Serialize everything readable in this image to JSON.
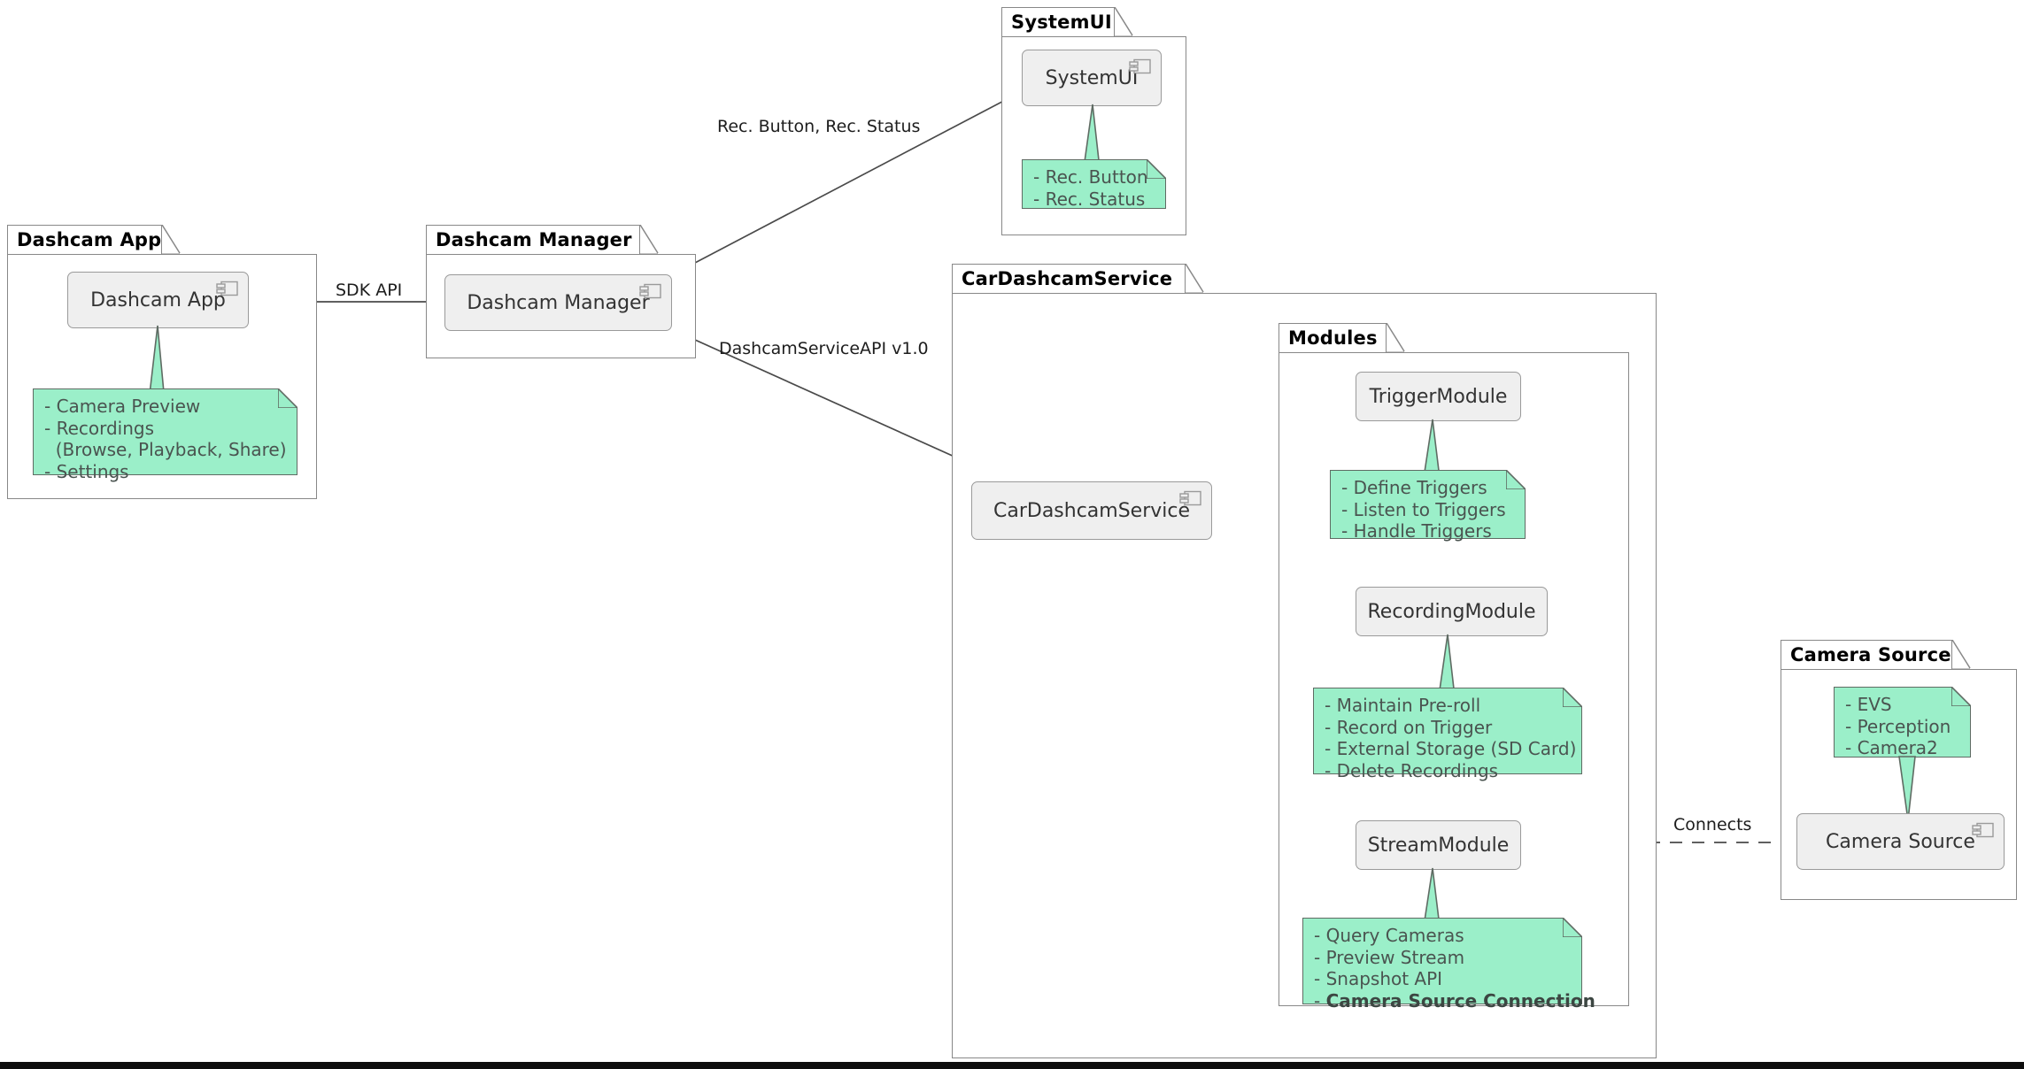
{
  "diagram": {
    "kind": "uml-component-diagram",
    "background": "#ffffff",
    "colors": {
      "note_fill": "#9BEFC9",
      "note_border": "#5f6b63",
      "component_fill": "#EFEFEF",
      "component_border": "#9a9a9a",
      "package_border": "#888888",
      "edge": "#4a4a4a",
      "text": "#333333",
      "note_text": "#4a5450",
      "bottom_bar": "#0d0d0d"
    },
    "packages": [
      {
        "id": "dashcam_app",
        "title": "Dashcam App"
      },
      {
        "id": "dashcam_manager",
        "title": "Dashcam Manager"
      },
      {
        "id": "systemui",
        "title": "SystemUI"
      },
      {
        "id": "cardashcamservice",
        "title": "CarDashcamService"
      },
      {
        "id": "modules",
        "title": "Modules"
      },
      {
        "id": "camera_source",
        "title": "Camera Source"
      }
    ],
    "components": [
      {
        "id": "comp_dashcam_app",
        "label": "Dashcam App",
        "icon": "uml-component-icon",
        "has_icon": true
      },
      {
        "id": "comp_dashcam_manager",
        "label": "Dashcam Manager",
        "icon": "uml-component-icon",
        "has_icon": true
      },
      {
        "id": "comp_systemui",
        "label": "SystemUI",
        "icon": "uml-component-icon",
        "has_icon": true
      },
      {
        "id": "comp_cardashcamservice",
        "label": "CarDashcamService",
        "icon": "uml-component-icon",
        "has_icon": true
      },
      {
        "id": "comp_trigger_module",
        "label": "TriggerModule",
        "icon": "",
        "has_icon": false
      },
      {
        "id": "comp_recording_module",
        "label": "RecordingModule",
        "icon": "",
        "has_icon": false
      },
      {
        "id": "comp_stream_module",
        "label": "StreamModule",
        "icon": "",
        "has_icon": false
      },
      {
        "id": "comp_camera_source",
        "label": "Camera Source",
        "icon": "uml-component-icon",
        "has_icon": true
      }
    ],
    "notes": [
      {
        "id": "note_dashcam_app",
        "attached_to": "Dashcam App",
        "lines": [
          "- Camera Preview",
          "- Recordings",
          "  (Browse, Playback, Share)",
          "- Settings"
        ],
        "text": "- Camera Preview\n- Recordings\n  (Browse, Playback, Share)\n- Settings"
      },
      {
        "id": "note_systemui",
        "attached_to": "SystemUI",
        "lines": [
          "- Rec. Button",
          "- Rec. Status"
        ],
        "text": "- Rec. Button\n- Rec. Status"
      },
      {
        "id": "note_trigger_module",
        "attached_to": "TriggerModule",
        "lines": [
          "- Define Triggers",
          "- Listen to Triggers",
          "- Handle Triggers"
        ],
        "text": "- Define Triggers\n- Listen to Triggers\n- Handle Triggers"
      },
      {
        "id": "note_recording_module",
        "attached_to": "RecordingModule",
        "lines": [
          "- Maintain Pre-roll",
          "- Record on Trigger",
          "- External Storage (SD Card)",
          "- Delete Recordings"
        ],
        "text": "- Maintain Pre-roll\n- Record on Trigger\n- External Storage (SD Card)\n- Delete Recordings"
      },
      {
        "id": "note_stream_module",
        "attached_to": "StreamModule",
        "lines": [
          "- Query Cameras",
          "- Preview Stream",
          "- Snapshot API",
          "- Camera Source Connection"
        ],
        "text_html": "- Query Cameras\n- Preview Stream\n- Snapshot API\n- <b>Camera Source Connection</b>",
        "bold_lines": [
          "- Camera Source Connection"
        ]
      },
      {
        "id": "note_camera_source",
        "attached_to": "Camera Source",
        "lines": [
          "- EVS",
          "- Perception",
          "- Camera2"
        ],
        "text": "- EVS\n- Perception\n- Camera2"
      }
    ],
    "edges": [
      {
        "id": "edge_app_to_manager",
        "from": "Dashcam App",
        "to": "Dashcam Manager",
        "label": "SDK API",
        "style": "solid",
        "arrow": "open"
      },
      {
        "id": "edge_manager_to_systemui",
        "from": "Dashcam Manager",
        "to": "SystemUI",
        "label": "Rec. Button, Rec. Status",
        "style": "solid",
        "arrow": "open"
      },
      {
        "id": "edge_manager_to_service",
        "from": "Dashcam Manager",
        "to": "CarDashcamService",
        "label": "DashcamServiceAPI v1.0",
        "style": "solid",
        "arrow": "open"
      },
      {
        "id": "edge_service_to_trigger",
        "from": "CarDashcamService",
        "to": "TriggerModule",
        "label": "",
        "style": "solid",
        "arrow": "open"
      },
      {
        "id": "edge_service_to_recording",
        "from": "CarDashcamService",
        "to": "RecordingModule",
        "label": "",
        "style": "solid",
        "arrow": "open"
      },
      {
        "id": "edge_service_to_stream",
        "from": "CarDashcamService",
        "to": "StreamModule",
        "label": "",
        "style": "curve",
        "arrow": "open"
      },
      {
        "id": "edge_stream_to_camerasource",
        "from": "StreamModule",
        "to": "Camera Source",
        "label": "Connects",
        "style": "dashed",
        "arrow": "none"
      }
    ],
    "edge_labels": {
      "sdk_api": "SDK API",
      "rec_button_status": "Rec. Button, Rec. Status",
      "dashcam_service_api": "DashcamServiceAPI v1.0",
      "connects": "Connects"
    }
  }
}
